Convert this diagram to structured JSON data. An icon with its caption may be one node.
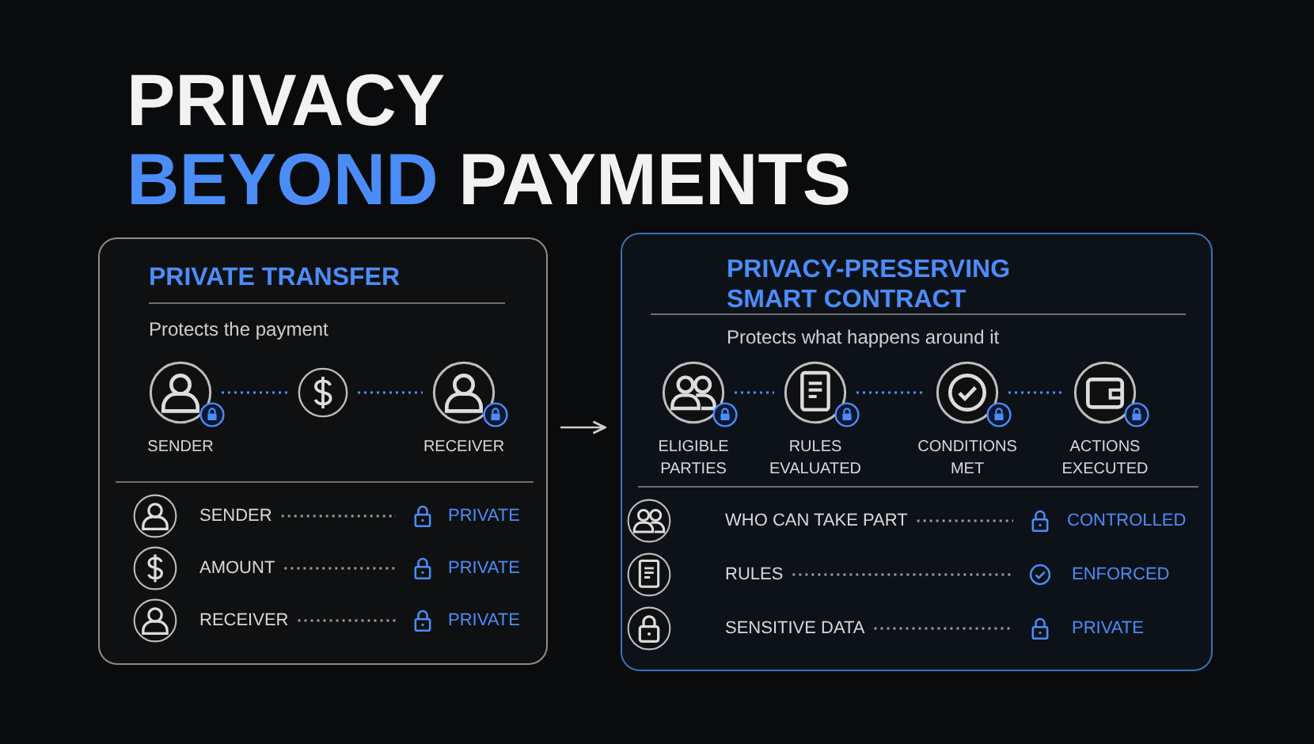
{
  "diagram": {
    "title": "PRIVACY BEYOND PAYMENTS",
    "nodes": [
      {
        "text": [
          "PRIVATE TRANSFER",
          "Protects the payment"
        ]
      },
      {
        "text": [
          "SENDER"
        ],
        "in": 0
      },
      {
        "text": [],
        "shape": "circle",
        "in": 0
      },
      {
        "text": [
          "RECEIVER"
        ],
        "in": 0
      },
      {
        "text": [
          "SENDER"
        ],
        "in": 0
      },
      {
        "text": [
          "PRIVATE"
        ],
        "in": 0
      },
      {
        "text": [
          "AMOUNT"
        ],
        "in": 0
      },
      {
        "text": [
          "PRIVATE"
        ],
        "in": 0
      },
      {
        "text": [
          "RECEIVER"
        ],
        "in": 0
      },
      {
        "text": [
          "PRIVATE"
        ],
        "in": 0
      },
      {
        "text": [
          "PRIVACY-PRESERVING SMART CONTRACT",
          "Protects what happens around it"
        ]
      },
      {
        "text": [
          "ELIGIBLE PARTIES"
        ],
        "in": 10
      },
      {
        "text": [
          "RULES EVALUATED"
        ],
        "in": 10
      },
      {
        "text": [
          "CONDITIONS MET"
        ],
        "in": 10
      },
      {
        "text": [
          "ACTIONS EXECUTED"
        ],
        "in": 10
      },
      {
        "text": [
          "WHO CAN TAKE PART"
        ],
        "in": 10
      },
      {
        "text": [
          "CONTROLLED"
        ],
        "in": 10
      },
      {
        "text": [
          "RULES"
        ],
        "in": 10
      },
      {
        "text": [
          "ENFORCED"
        ],
        "in": 10
      },
      {
        "text": [
          "SENSITIVE DATA"
        ],
        "in": 10
      },
      {
        "text": [
          "PRIVATE"
        ],
        "in": 10
      }
    ],
    "edges": [
      {
        "from": 1,
        "to": 2,
        "arrow": "none",
        "style": "dashed",
        "color": "#4b8df8"
      },
      {
        "from": 2,
        "to": 3,
        "arrow": "none",
        "style": "dashed",
        "color": "#4b8df8"
      },
      {
        "from": 4,
        "to": 5,
        "arrow": "none",
        "style": "dashed"
      },
      {
        "from": 6,
        "to": 7,
        "arrow": "none",
        "style": "dashed"
      },
      {
        "from": 8,
        "to": 9,
        "arrow": "none",
        "style": "dashed"
      },
      {
        "from": 0,
        "to": 10,
        "arrow": "to"
      },
      {
        "from": 11,
        "to": 12,
        "arrow": "none",
        "style": "dashed",
        "color": "#4b8df8"
      },
      {
        "from": 12,
        "to": 13,
        "arrow": "none",
        "style": "dashed",
        "color": "#4b8df8"
      },
      {
        "from": 13,
        "to": 14,
        "arrow": "none",
        "style": "dashed",
        "color": "#4b8df8"
      },
      {
        "from": 15,
        "to": 16,
        "arrow": "none",
        "style": "dashed"
      },
      {
        "from": 17,
        "to": 18,
        "arrow": "none",
        "style": "dashed"
      },
      {
        "from": 19,
        "to": 20,
        "arrow": "none",
        "style": "dashed"
      }
    ]
  }
}
